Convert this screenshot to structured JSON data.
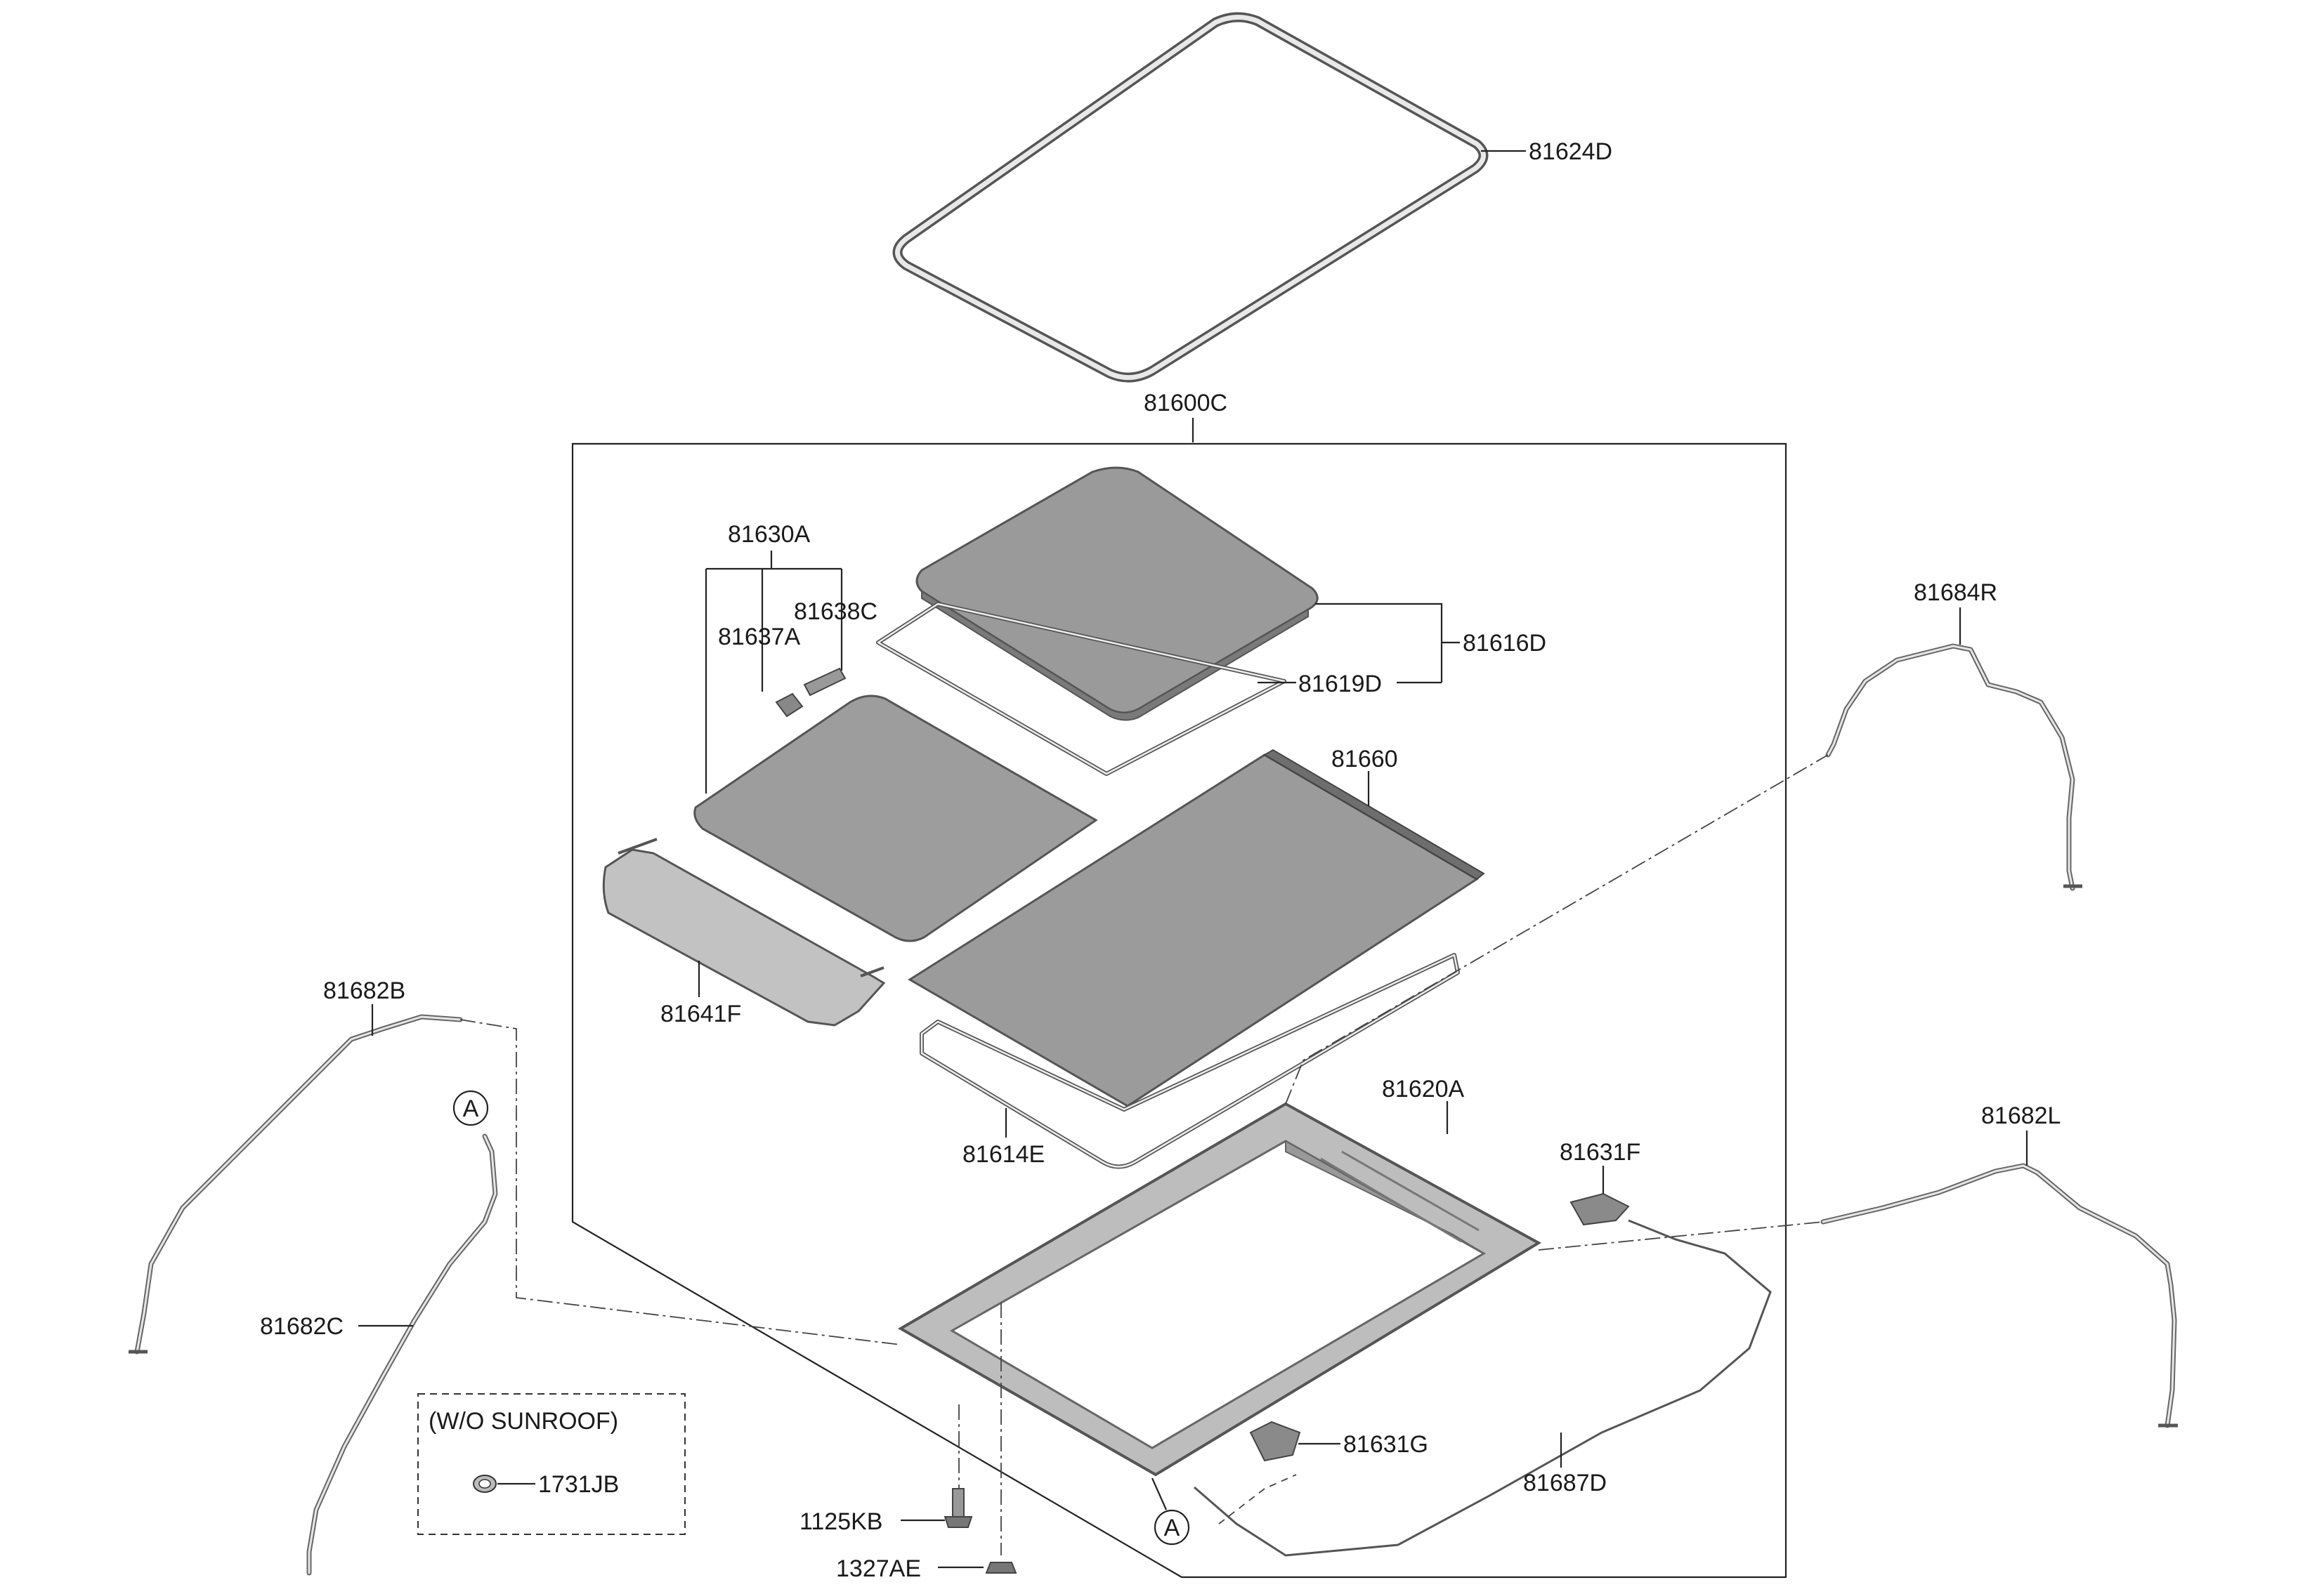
{
  "labels": {
    "p81624D": "81624D",
    "p81600C": "81600C",
    "p81630A": "81630A",
    "p81638C": "81638C",
    "p81637A": "81637A",
    "p81616D": "81616D",
    "p81619D": "81619D",
    "p81660": "81660",
    "p81684R": "81684R",
    "p81682B": "81682B",
    "p81641F": "81641F",
    "p81620A": "81620A",
    "p81682L": "81682L",
    "p81631F": "81631F",
    "p81614E": "81614E",
    "p81682C": "81682C",
    "p81631G": "81631G",
    "p81687D": "81687D",
    "p1125KB": "1125KB",
    "p1327AE": "1327AE",
    "p1731JB": "1731JB",
    "ref_a_left": "A",
    "ref_a_bottom": "A"
  },
  "wo_sunroof_box": {
    "title": "(W/O SUNROOF)"
  },
  "colors": {
    "glass": "#9a9a9a",
    "glass_light": "#b0b0b0",
    "frame": "#c8c8c8",
    "line": "#222222"
  }
}
